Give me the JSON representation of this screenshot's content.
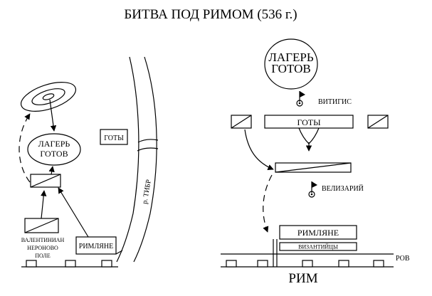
{
  "title": "БИТВА ПОД РИМОМ (536 г.)",
  "left": {
    "camp_line1": "ЛАГЕРЬ",
    "camp_line2": "ГОТОВ",
    "goths": "ГОТЫ",
    "river": "р. ТИБР",
    "valentinian": "ВАЛЕНТИНИАН",
    "neronovo1": "НЕРОНОВО",
    "neronovo2": "ПОЛЕ",
    "romans": "РИМЛЯНЕ"
  },
  "right": {
    "camp_line1": "ЛАГЕРЬ",
    "camp_line2": "ГОТОВ",
    "vitiges": "ВИТИГИС",
    "goths": "ГОТЫ",
    "belisarius": "ВЕЛИЗАРИЙ",
    "romans": "РИМЛЯНЕ",
    "byzantines": "ВИЗАНТИЙЦЫ",
    "moat": "РОВ",
    "rome": "РИМ"
  }
}
